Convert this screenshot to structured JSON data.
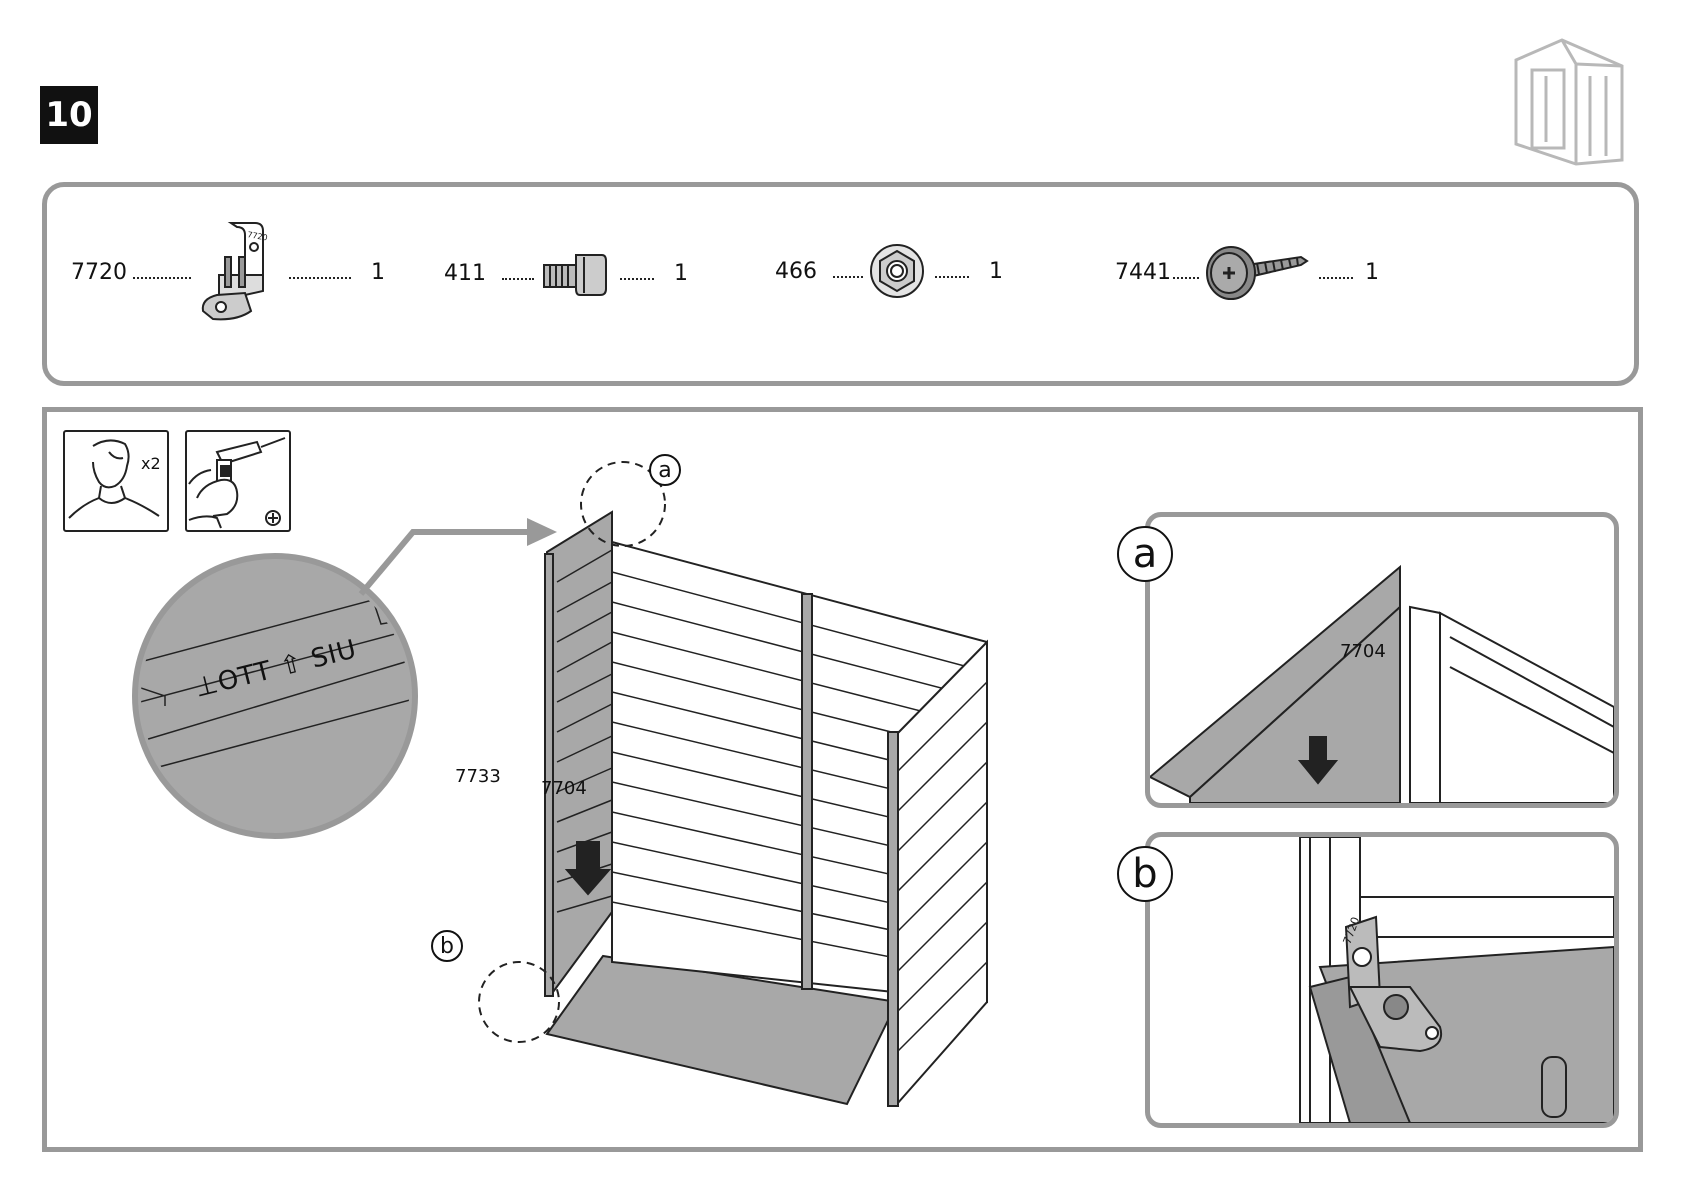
{
  "step": {
    "number": "10"
  },
  "parts": [
    {
      "code": "7720",
      "qty": "1",
      "icon": "corner-bracket-icon"
    },
    {
      "code": "411",
      "qty": "1",
      "icon": "square-bolt-icon"
    },
    {
      "code": "466",
      "qty": "1",
      "icon": "hex-nut-icon"
    },
    {
      "code": "7441",
      "qty": "1",
      "icon": "screw-icon"
    }
  ],
  "tools": {
    "persons_label": "x2",
    "person_icon": "two-persons-icon",
    "drill_icon": "drill-icon",
    "phillips_icon": "phillips-bit-icon"
  },
  "main": {
    "part_wall_label": "7733",
    "part_panel_label": "7704",
    "callout_a": "a",
    "callout_b": "b"
  },
  "zoom_embossing": "⊥OTT ⇧ SIU",
  "detail_a": {
    "letter": "a",
    "part_label": "7704"
  },
  "detail_b": {
    "letter": "b",
    "bracket_label": "7720"
  },
  "colors": {
    "panel_border": "#999999",
    "badge": "#111111",
    "fill_gray": "#a8a8a8"
  }
}
